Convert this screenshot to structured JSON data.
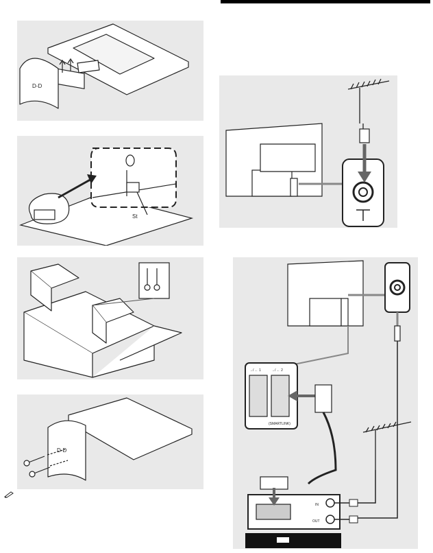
{
  "page": {
    "header_rule": true
  },
  "figures": {
    "step1": {
      "stand_marking": "D-D"
    },
    "step2": {
      "callout_text": "St"
    },
    "step3": {},
    "step4": {
      "stand_marking": "D-D"
    },
    "antenna": {
      "cable_label": ""
    },
    "recorder": {
      "scart_labels": [
        "→/ ← 1",
        "→/ ← 2"
      ],
      "scart_caption": "(SMARTLINK)",
      "jack_in": "IN",
      "jack_out": "OUT"
    }
  },
  "icons": {
    "note": "note-pencil-icon"
  }
}
